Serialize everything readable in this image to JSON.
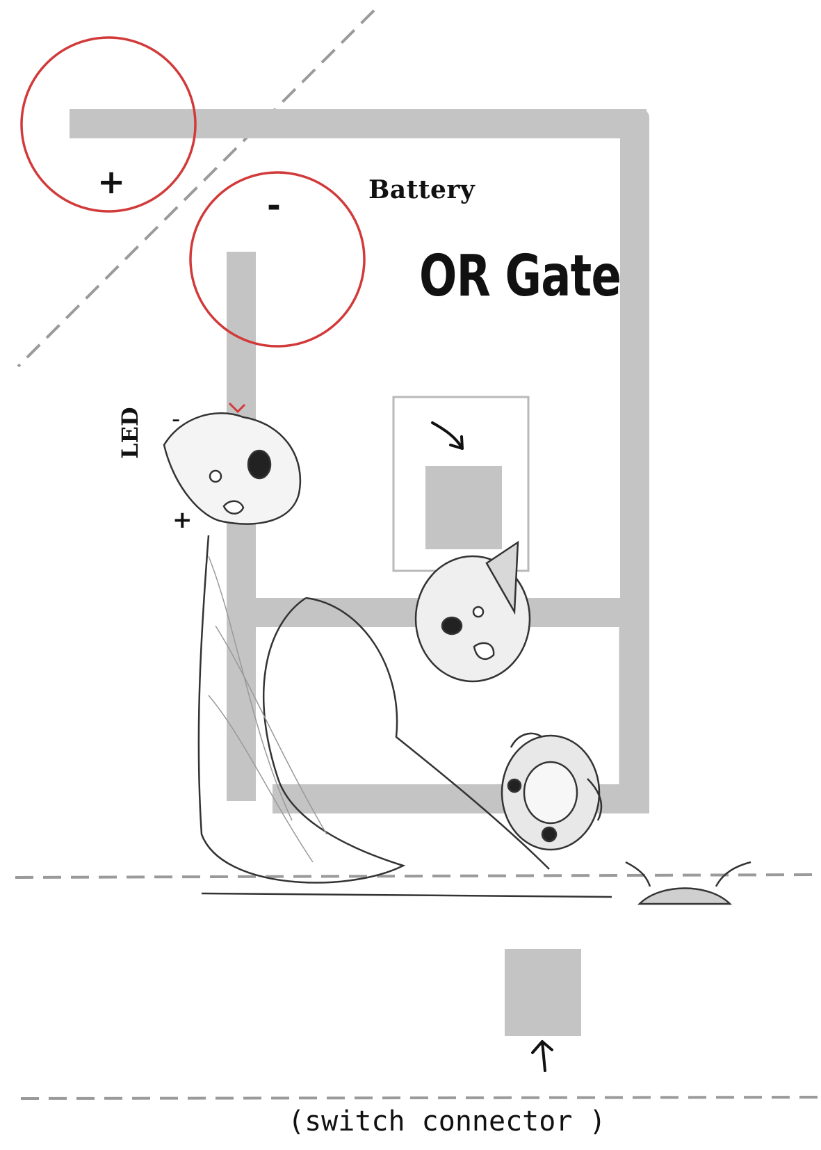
{
  "diagram": {
    "title": "OR Gate",
    "battery_label": "Battery",
    "led_label": "LED",
    "battery_plus": "+",
    "battery_minus": "-",
    "led_minus": "-",
    "led_plus": "+",
    "caption": "(switch connector )"
  },
  "colors": {
    "wire": "#c4c4c4",
    "circle_outline": "#d23a3a",
    "dashed_line": "#9a9a9a",
    "text": "#111111"
  }
}
